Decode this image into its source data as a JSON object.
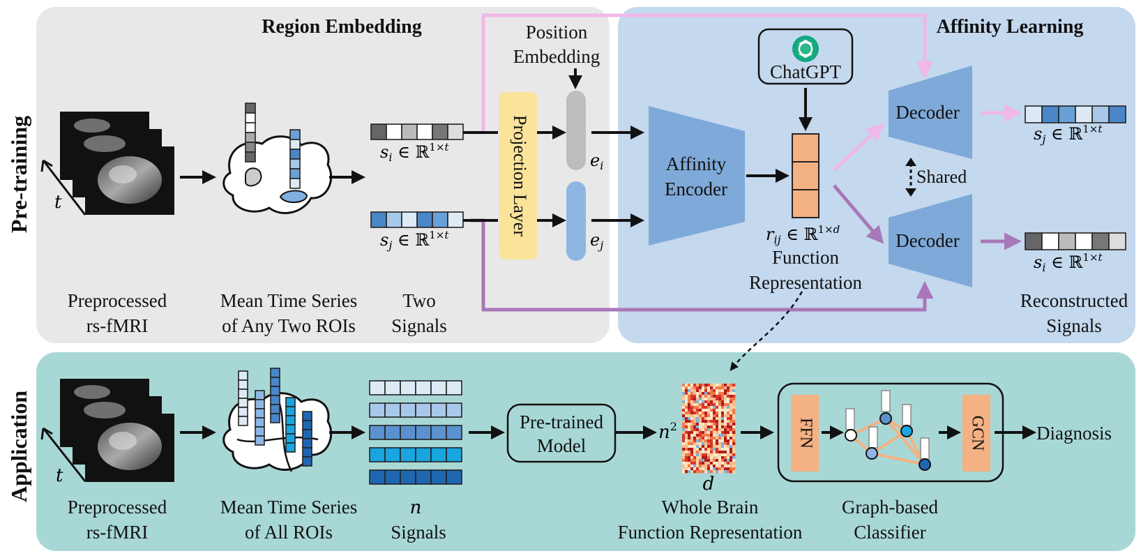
{
  "sections": {
    "pretraining_label": "Pre-training",
    "application_label": "Application",
    "region_embedding_title": "Region Embedding",
    "affinity_learning_title": "Affinity Learning"
  },
  "pretraining": {
    "mri_caption_1": "Preprocessed",
    "mri_caption_2": "rs-fMRI",
    "time_axis": "t",
    "roi_caption_1": "Mean Time Series",
    "roi_caption_2": "of  Any Two ROIs",
    "signals_caption_1": "Two",
    "signals_caption_2": "Signals",
    "si_label": "s_i ∈ ℝ^{1×t}",
    "sj_label": "s_j ∈ ℝ^{1×t}",
    "position_embedding_1": "Position",
    "position_embedding_2": "Embedding",
    "projection_layer": "Projection Layer",
    "ei_label": "e_i",
    "ej_label": "e_j",
    "chatgpt": "ChatGPT",
    "encoder_1": "Affinity",
    "encoder_2": "Encoder",
    "rij_label": "r_ij ∈ ℝ^{1×d}",
    "function_rep_1": "Function",
    "function_rep_2": "Representation",
    "decoder_top": "Decoder",
    "decoder_bottom": "Decoder",
    "shared": "Shared",
    "recon_sj_label": "s_j ∈ ℝ^{1×t}",
    "recon_si_label": "s_i ∈ ℝ^{1×t}",
    "recon_caption_1": "Reconstructed",
    "recon_caption_2": "Signals"
  },
  "application": {
    "mri_caption_1": "Preprocessed",
    "mri_caption_2": "rs-fMRI",
    "time_axis": "t",
    "roi_caption_1": "Mean Time Series",
    "roi_caption_2": "of  All ROIs",
    "n_label": "n",
    "signals_caption": "Signals",
    "pretrained_1": "Pre-trained",
    "pretrained_2": "Model",
    "n2_label": "n²",
    "d_label": "d",
    "wbfr_1": "Whole Brain",
    "wbfr_2": "Function Representation",
    "ffn": "FFN",
    "gcn": "GCN",
    "classifier_1": "Graph-based",
    "classifier_2": "Classifier",
    "diagnosis": "Diagnosis"
  },
  "colors": {
    "pretrain_panel": "#e8e8e8",
    "affinity_panel": "#c4d8ee",
    "application_panel": "#a8d8d6",
    "projection_layer": "#fbe39a",
    "decoder": "#7fa9d8",
    "representation": "#f4b183",
    "pink_path": "#f0b8e8",
    "purple_path": "#a878b8"
  },
  "icons": [
    "mri-stack-icon",
    "brain-icon",
    "chatgpt-logo-icon",
    "heatmap-icon",
    "graph-icon"
  ]
}
